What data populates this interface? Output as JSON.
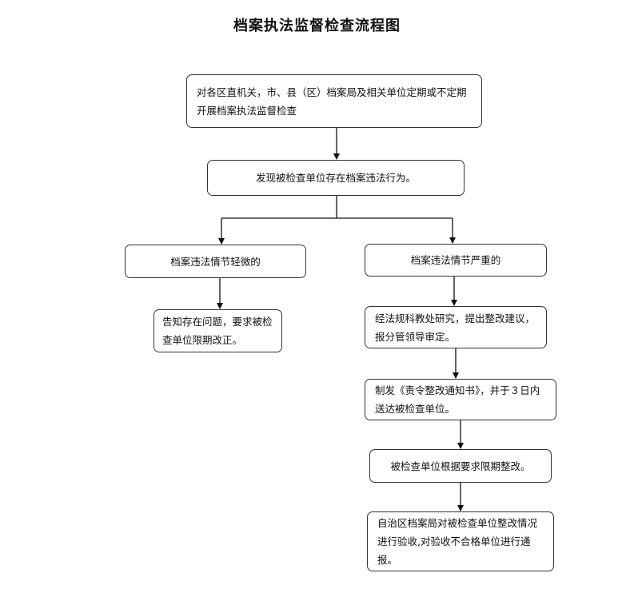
{
  "title": "档案执法监督检查流程图",
  "nodes": {
    "start": "对各区直机关，市、县（区）档案局及相关单位定期或不定期开展档案执法监督检查",
    "found": "发现被检查单位存在档案违法行为。",
    "minor": "档案违法情节轻微的",
    "minor_action": "告知存在问题，要求被检查单位限期改正。",
    "serious": "档案违法情节严重的",
    "step1": "经法规科教处研究，提出整改建议，报分管领导审定。",
    "step2": "制发《责令整改通知书》，并于３日内送达被检查单位。",
    "step3": "被检查单位根据要求限期整改。",
    "step4": "自治区档案局对被检查单位整改情况进行验收,对验收不合格单位进行通报。"
  }
}
